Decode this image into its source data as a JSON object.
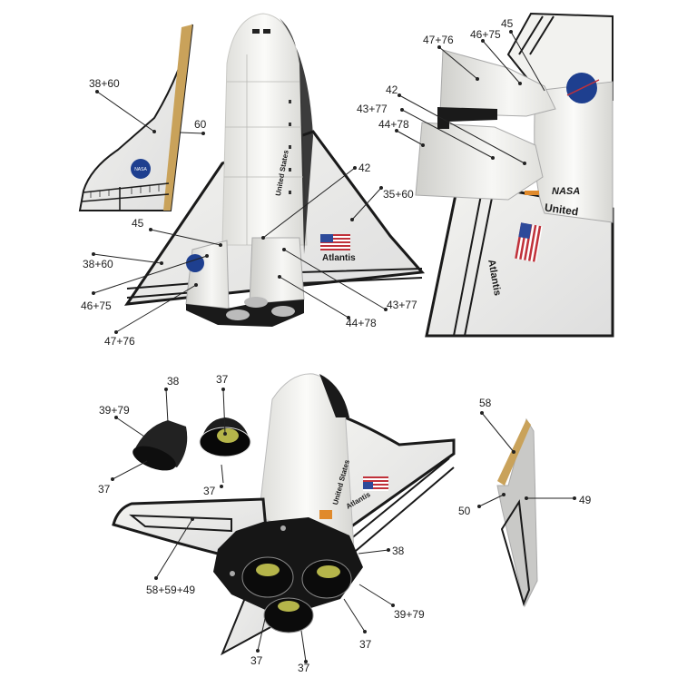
{
  "figure": {
    "subject": "Paper model Space Shuttle Atlantis assembly diagram",
    "colors": {
      "background": "#ffffff",
      "hull": "#f2f2f0",
      "hull_shade": "#d9d9d6",
      "wing_edge": "#1a1a1a",
      "tab_tan": "#c9a25a",
      "engine_black": "#151515",
      "nozzle_inner": "#b8b84a",
      "nasa_blue": "#1e3f8f",
      "flag_red": "#c0313a",
      "flag_blue": "#2d4a9a",
      "label_text": "#222222",
      "leader_line": "#222222"
    }
  },
  "decals": {
    "nasa_meatball": "NASA",
    "nasa_worm": "NASA",
    "united_states": "United States",
    "atlantis": "Atlantis",
    "united_partial": "United"
  },
  "panels": {
    "top_left": {
      "name": "tail-fin-and-rear-view",
      "labels": [
        {
          "id": "fin-38-60",
          "text": "38+60"
        },
        {
          "id": "fin-60",
          "text": "60"
        },
        {
          "id": "rear-42",
          "text": "42"
        },
        {
          "id": "rear-35-60",
          "text": "35+60"
        },
        {
          "id": "rear-45",
          "text": "45"
        },
        {
          "id": "rear-38-60",
          "text": "38+60"
        },
        {
          "id": "rear-46-75",
          "text": "46+75"
        },
        {
          "id": "rear-47-76",
          "text": "47+76"
        },
        {
          "id": "rear-43-77",
          "text": "43+77"
        },
        {
          "id": "rear-44-78",
          "text": "44+78"
        }
      ]
    },
    "top_right": {
      "name": "oms-pod-closeup",
      "labels": [
        {
          "id": "cu-45",
          "text": "45"
        },
        {
          "id": "cu-47-76",
          "text": "47+76"
        },
        {
          "id": "cu-46-75",
          "text": "46+75"
        },
        {
          "id": "cu-42",
          "text": "42"
        },
        {
          "id": "cu-43-77",
          "text": "43+77"
        },
        {
          "id": "cu-44-78",
          "text": "44+78"
        }
      ]
    },
    "bottom": {
      "name": "engine-assembly-view",
      "labels": [
        {
          "id": "b-38",
          "text": "38"
        },
        {
          "id": "b-37-top",
          "text": "37"
        },
        {
          "id": "b-39-79",
          "text": "39+79"
        },
        {
          "id": "b-37-left",
          "text": "37"
        },
        {
          "id": "b-37-mid",
          "text": "37"
        },
        {
          "id": "b-58",
          "text": "58"
        },
        {
          "id": "b-50",
          "text": "50"
        },
        {
          "id": "b-49",
          "text": "49"
        },
        {
          "id": "b-58-59-49",
          "text": "58+59+49"
        },
        {
          "id": "b-38-right",
          "text": "38"
        },
        {
          "id": "b-39-79-right",
          "text": "39+79"
        },
        {
          "id": "b-37-r1",
          "text": "37"
        },
        {
          "id": "b-37-r2",
          "text": "37"
        },
        {
          "id": "b-37-r3",
          "text": "37"
        }
      ]
    }
  }
}
